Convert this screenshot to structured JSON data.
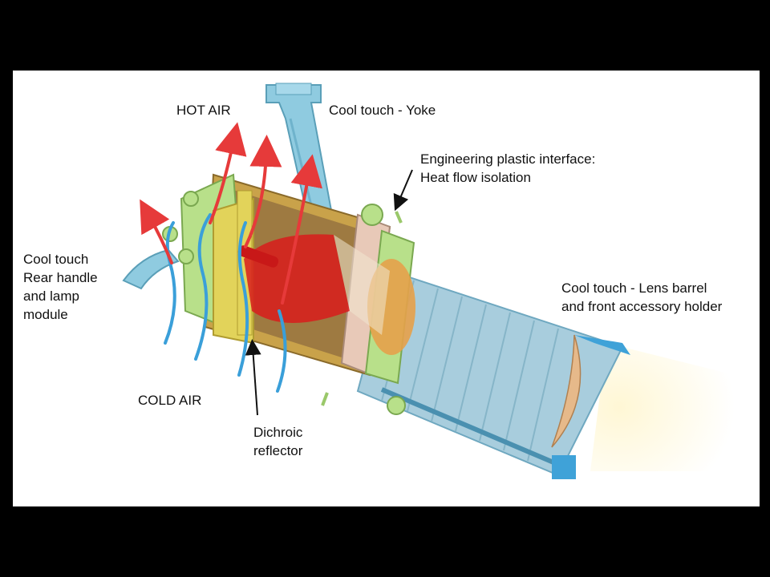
{
  "labels": {
    "hot_air": "HOT AIR",
    "cool_touch_yoke": "Cool touch - Yoke",
    "engineering_plastic": [
      "Engineering plastic interface:",
      "Heat flow isolation"
    ],
    "cool_touch_rear": [
      "Cool touch",
      "Rear handle",
      "and lamp",
      "module"
    ],
    "cool_touch_lens": [
      "Cool touch - Lens barrel",
      "and front accessory holder"
    ],
    "cold_air": "COLD AIR",
    "dichroic_reflector": [
      "Dichroic",
      "reflector"
    ]
  },
  "colors": {
    "hot_air_arrow": "#e63a3a",
    "cold_air_stream": "#3a9fd9",
    "reflector": "#d81c1c",
    "cool_touch_part": "#8fcbe0",
    "plastic_interface": "#b8e08a",
    "lamp_housing": "#e2d35a",
    "lens": "#e5a14a"
  }
}
